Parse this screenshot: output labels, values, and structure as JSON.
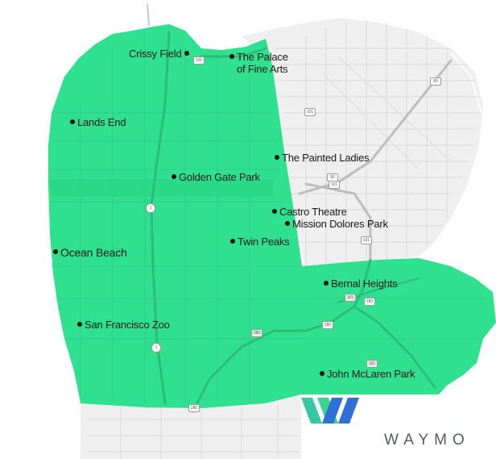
{
  "brand": {
    "name": "WAYMO",
    "colors": {
      "teal": "#38c6a5",
      "blue": "#2f6fd6",
      "green": "#4ad28a"
    }
  },
  "map": {
    "service_area_color": "#2fe08f",
    "land_color": "#efefef",
    "street_color": "#d8d8d8",
    "freeway_color": "#b5b5b5"
  },
  "places": {
    "crissy_field": "Crissy Field",
    "palace_fine_arts_line1": "The Palace",
    "palace_fine_arts_line2": "of Fine Arts",
    "lands_end": "Lands End",
    "painted_ladies": "The Painted Ladies",
    "golden_gate_park": "Golden Gate Park",
    "castro_theatre": "Castro Theatre",
    "mission_dolores_park": "Mission Dolores Park",
    "twin_peaks": "Twin Peaks",
    "ocean_beach": "Ocean Beach",
    "bernal_heights": "Bernal Heights",
    "sf_zoo": "San Francisco Zoo",
    "john_mclaren_park": "John McLaren Park"
  },
  "route_shields": {
    "r101_a": "101",
    "r101_b": "101",
    "r101_c": "101",
    "r101_d": "101",
    "r101_e": "101",
    "r101_f": "101",
    "r80": "80",
    "r80_b": "80",
    "r280": "280",
    "r280_b": "280",
    "r280_c": "280",
    "r280_d": "280",
    "r1_a": "1",
    "r1_b": "1"
  }
}
